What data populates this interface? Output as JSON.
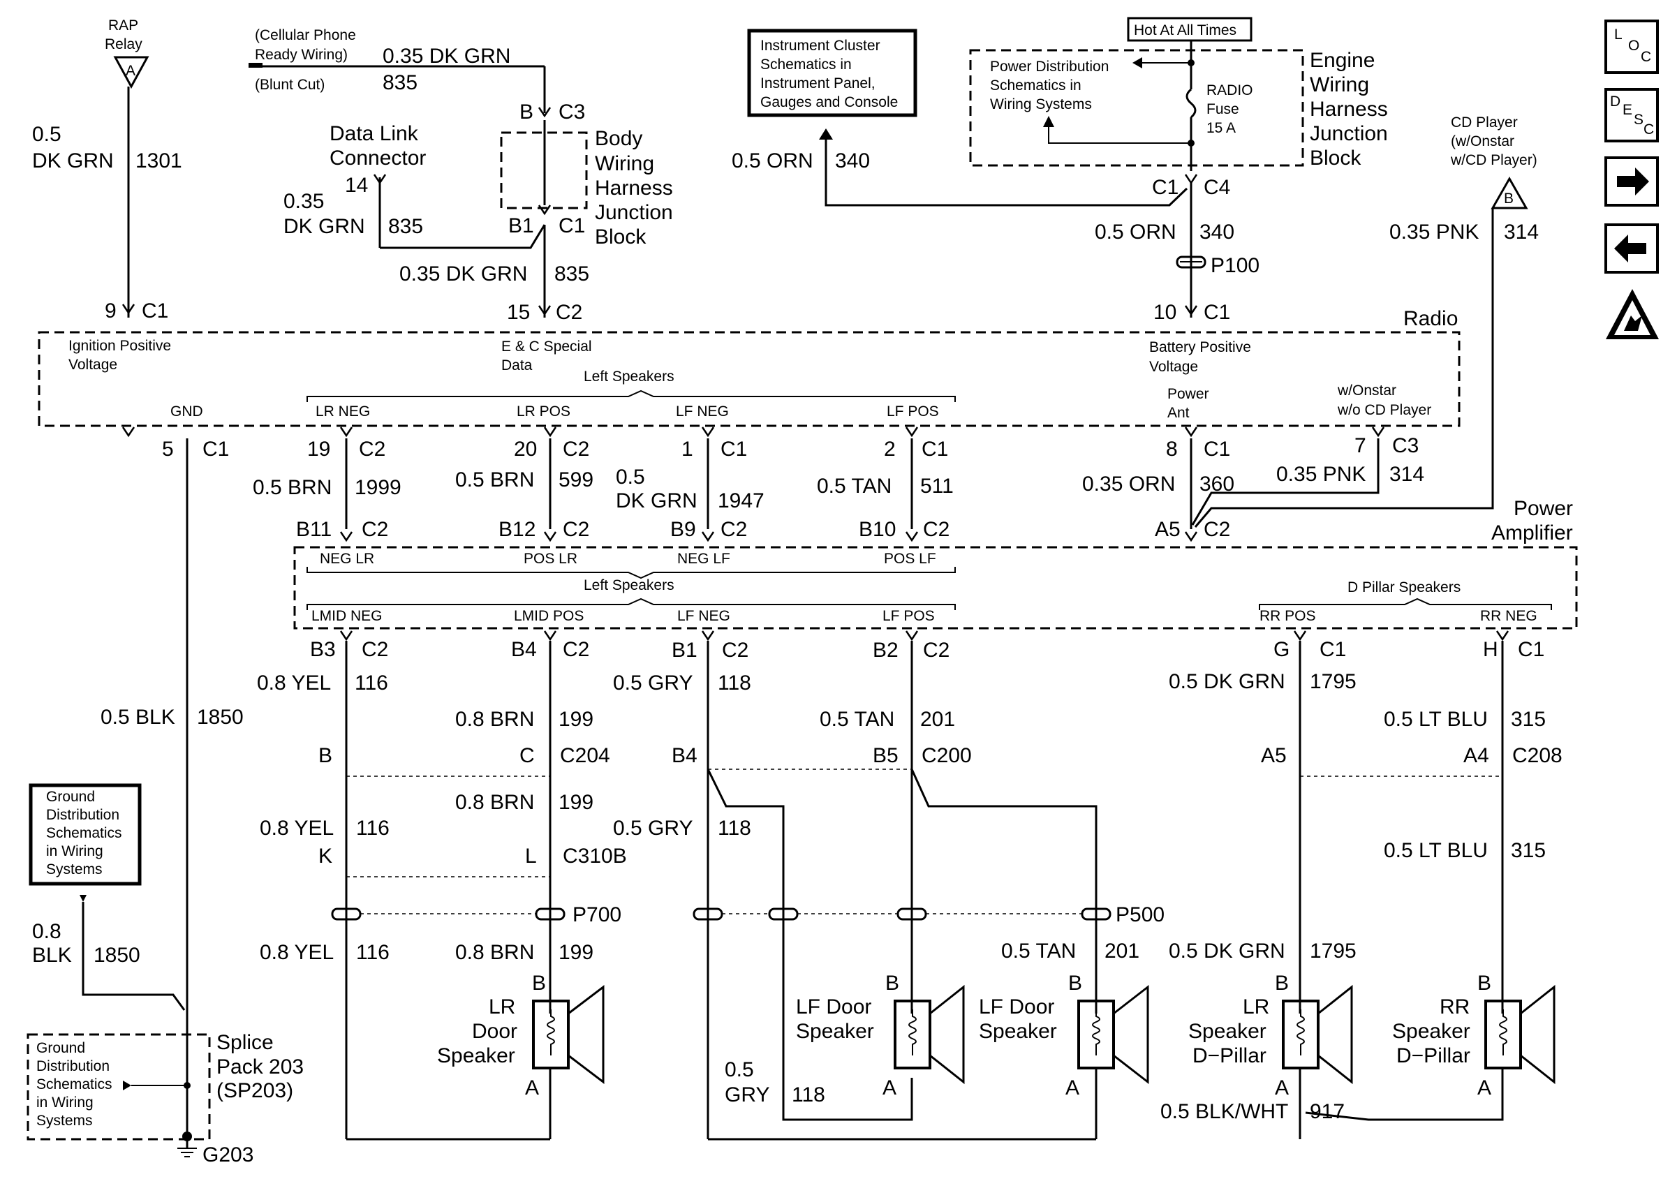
{
  "texts": {
    "rap_relay": [
      "RAP",
      "Relay"
    ],
    "rap_letter": "A",
    "w1301_size": [
      "0.5",
      "DK GRN"
    ],
    "w1301_num": "1301",
    "w1301_pin": "9",
    "w1301_conn": "C1",
    "cell_note": [
      "(Cellular Phone",
      "Ready Wiring)"
    ],
    "blunt_cut": "(Blunt Cut)",
    "w835_top": "0.35 DK GRN",
    "w835_top_num": "835",
    "bwhjb_b": "B",
    "bwhjb_c3": "C3",
    "bwhjb_title": [
      "Body",
      "Wiring",
      "Harness",
      "Junction",
      "Block"
    ],
    "dlc_title": [
      "Data Link",
      "Connector"
    ],
    "dlc_pin": "14",
    "w835_dlc_size": [
      "0.35",
      "DK GRN"
    ],
    "w835_dlc_num": "835",
    "bwhjb_b1": "B1",
    "bwhjb_c1": "C1",
    "w835_mid": "0.35 DK GRN",
    "w835_mid_num": "835",
    "radio_pin15": "15",
    "radio_c2": "C2",
    "ic_box": [
      "Instrument Cluster",
      "Schematics in",
      "Instrument Panel,",
      "Gauges and Console"
    ],
    "w340_left": "0.5 ORN",
    "w340_left_num": "340",
    "hot": "Hot At All Times",
    "pd_box": [
      "Power Distribution",
      "Schematics in",
      "Wiring Systems"
    ],
    "radio_fuse": [
      "RADIO",
      "Fuse",
      "15 A"
    ],
    "ewhjb_title": [
      "Engine",
      "Wiring",
      "Harness",
      "Junction",
      "Block"
    ],
    "ewhjb_c1": "C1",
    "ewhjb_c4": "C4",
    "w340_right": "0.5 ORN",
    "w340_right_num": "340",
    "p100": "P100",
    "radio_pin10": "10",
    "radio_c1_10": "C1",
    "radio_title": "Radio",
    "cd_player": [
      "CD Player",
      "(w/Onstar",
      "w/CD Player)"
    ],
    "cd_letter": "B",
    "w314_top": "0.35 PNK",
    "w314_top_num": "314",
    "ign_pos": [
      "Ignition Positive",
      "Voltage"
    ],
    "ec_data": [
      "E & C Special",
      "Data"
    ],
    "bat_pos": [
      "Battery Positive",
      "Voltage"
    ],
    "left_speakers": "Left Speakers",
    "gnd": "GND",
    "lr_neg": "LR NEG",
    "lr_pos": "LR POS",
    "lf_neg": "LF NEG",
    "lf_pos": "LF POS",
    "power_ant": [
      "Power",
      "Ant"
    ],
    "onstar_note": [
      "w/Onstar",
      "w/o CD Player"
    ],
    "pin5": "5",
    "pin5_c": "C1",
    "pin19": "19",
    "pin19_c": "C2",
    "pin20": "20",
    "pin20_c": "C2",
    "pin1": "1",
    "pin1_c": "C1",
    "pin2": "2",
    "pin2_c": "C1",
    "pin8": "8",
    "pin8_c": "C1",
    "pin7": "7",
    "pin7_c": "C3",
    "w1999": "0.5 BRN",
    "w1999_num": "1999",
    "w599": "0.5 BRN",
    "w599_num": "599",
    "w1947": [
      "0.5",
      "DK GRN"
    ],
    "w1947_num": "1947",
    "w511": "0.5 TAN",
    "w511_num": "511",
    "w360": "0.35 ORN",
    "w360_num": "360",
    "w314_low": "0.35 PNK",
    "w314_low_num": "314",
    "pa_b11": "B11",
    "pa_b11_c": "C2",
    "pa_b12": "B12",
    "pa_b12_c": "C2",
    "pa_b9": "B9",
    "pa_b9_c": "C2",
    "pa_b10": "B10",
    "pa_b10_c": "C2",
    "pa_a5": "A5",
    "pa_a5_c": "C2",
    "power_amp": [
      "Power",
      "Amplifier"
    ],
    "neg_lr": "NEG LR",
    "pos_lr": "POS LR",
    "neg_lf": "NEG LF",
    "pos_lf": "POS LF",
    "left_speakers2": "Left Speakers",
    "d_pillar": "D Pillar Speakers",
    "lmid_neg": "LMID NEG",
    "lmid_pos": "LMID POS",
    "lf_neg2": "LF NEG",
    "lf_pos2": "LF POS",
    "rr_pos": "RR POS",
    "rr_neg": "RR NEG",
    "pa_b3": "B3",
    "pa_b3_c": "C2",
    "pa_b4": "B4",
    "pa_b4_c": "C2",
    "pa_b1": "B1",
    "pa_b1_c": "C2",
    "pa_b2": "B2",
    "pa_b2_c": "C2",
    "pa_g": "G",
    "pa_g_c": "C1",
    "pa_h": "H",
    "pa_h_c": "C1",
    "w116a": "0.8 YEL",
    "w116a_num": "116",
    "w118a": "0.5 GRY",
    "w118a_num": "118",
    "w1795a": "0.5 DK GRN",
    "w1795a_num": "1795",
    "w1850": "0.5 BLK",
    "w1850_num": "1850",
    "w199a": "0.8 BRN",
    "w199a_num": "199",
    "w201a": "0.5 TAN",
    "w201a_num": "201",
    "w315a": "0.5 LT BLU",
    "w315a_num": "315",
    "c204_b": "B",
    "c204_c": "C",
    "c204": "C204",
    "c200_b4": "B4",
    "c200_b5": "B5",
    "c200": "C200",
    "c208_a5": "A5",
    "c208_a4": "A4",
    "c208": "C208",
    "gd_box1": [
      "Ground",
      "Distribution",
      "Schematics",
      "in Wiring",
      "Systems"
    ],
    "w199b": "0.8 BRN",
    "w199b_num": "199",
    "w116b": "0.8 YEL",
    "w116b_num": "116",
    "w118b": "0.5 GRY",
    "w118b_num": "118",
    "w315b": "0.5 LT BLU",
    "w315b_num": "315",
    "c310b_k": "K",
    "c310b_l": "L",
    "c310b": "C310B",
    "p700": "P700",
    "p500": "P500",
    "w1850b_size": [
      "0.8",
      "BLK"
    ],
    "w1850b_num": "1850",
    "w116c": "0.8 YEL",
    "w116c_num": "116",
    "w199c": "0.8 BRN",
    "w199c_num": "199",
    "w201c": "0.5 TAN",
    "w201c_num": "201",
    "w1795c": "0.5 DK GRN",
    "w1795c_num": "1795",
    "spk_b": "B",
    "spk_a": "A",
    "lr_door": [
      "LR",
      "Door",
      "Speaker"
    ],
    "lf_door1": [
      "LF Door",
      "Speaker"
    ],
    "lf_door2": [
      "LF Door",
      "Speaker"
    ],
    "lr_dpillar": [
      "LR",
      "Speaker",
      "D−Pillar"
    ],
    "rr_dpillar": [
      "RR",
      "Speaker",
      "D−Pillar"
    ],
    "w118c_size": [
      "0.5",
      "GRY"
    ],
    "w118c_num": "118",
    "w917": "0.5 BLK/WHT",
    "w917_num": "917",
    "gd_box2": [
      "Ground",
      "Distribution",
      "Schematics",
      "in Wiring",
      "Systems"
    ],
    "splice": [
      "Splice",
      "Pack 203",
      "(SP203)"
    ],
    "g203": "G203",
    "loc_icon": [
      "L",
      "O",
      "C"
    ],
    "desc_icon": [
      "D",
      "E",
      "S",
      "C"
    ]
  }
}
